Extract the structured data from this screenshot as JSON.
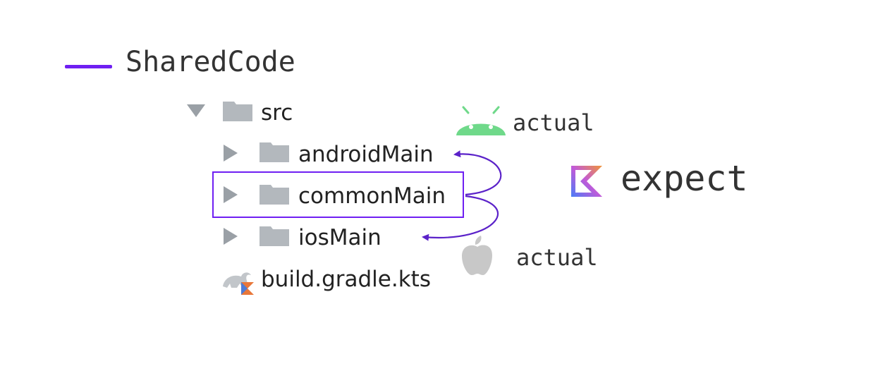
{
  "title": "SharedCode",
  "tree": {
    "src_label": "src",
    "android_label": "androidMain",
    "common_label": "commonMain",
    "ios_label": "iosMain",
    "gradle_label": "build.gradle.kts"
  },
  "labels": {
    "android_actual": "actual",
    "ios_actual": "actual",
    "expect": "expect"
  },
  "icons": {
    "android": "android-icon",
    "apple": "apple-icon",
    "kotlin": "kotlin-icon",
    "folder": "folder-icon",
    "gradle": "gradle-kotlin-file-icon"
  },
  "colors": {
    "accent": "#6f1ff2",
    "android": "#6fd98a",
    "apple": "#c8c8c8",
    "folder": "#b3b8bd"
  }
}
